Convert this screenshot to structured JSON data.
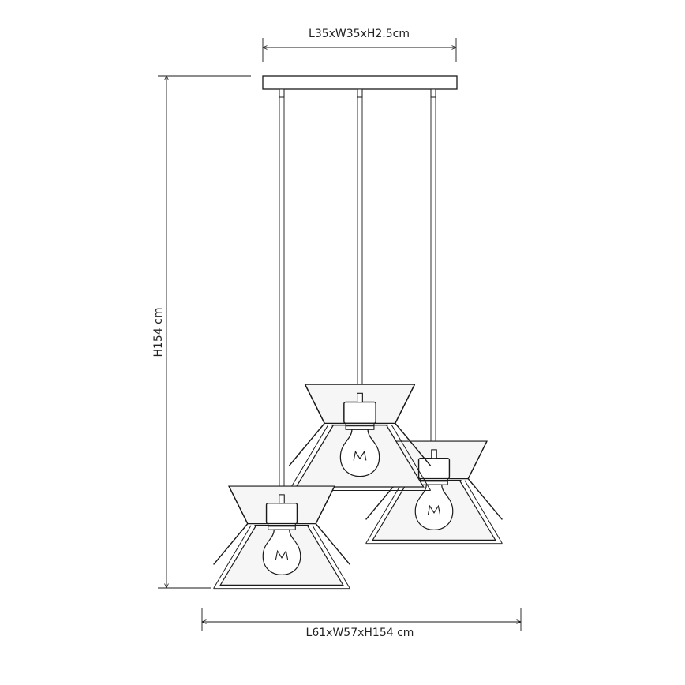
{
  "dimensions": {
    "canopy_label": "L35xW35xH2.5cm",
    "height_label": "H154 cm",
    "overall_label": "L61xW57xH154 cm"
  },
  "colors": {
    "line": "#1a1a1a",
    "background": "#ffffff",
    "shade_fill": "#f6f6f6"
  }
}
